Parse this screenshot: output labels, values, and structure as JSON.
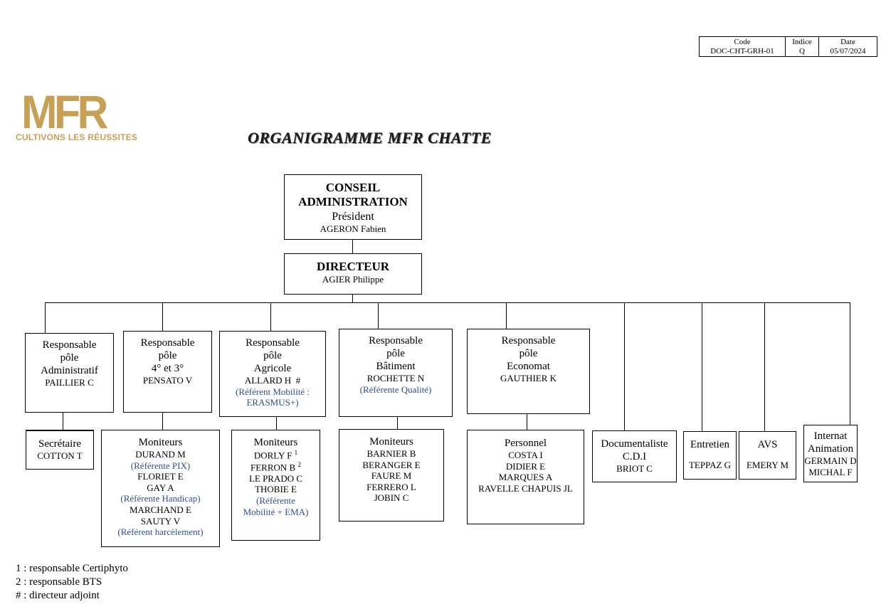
{
  "doc_control": {
    "code_label": "Code",
    "code_value": "DOC-CHT-GRH-01",
    "indice_label": "Indice",
    "indice_value": "Q",
    "date_label": "Date",
    "date_value": "05/07/2024"
  },
  "logo": {
    "mark": "MFR",
    "tagline": "CULTIVONS LES RÉUSSITES"
  },
  "title": "ORGANIGRAMME MFR CHATTE",
  "conseil": {
    "line1": "CONSEIL",
    "line2": "ADMINISTRATION",
    "role": "Président",
    "name": "AGERON Fabien"
  },
  "directeur": {
    "title": "DIRECTEUR",
    "name": "AGIER Philippe"
  },
  "poles": {
    "administratif": {
      "l1": "Responsable",
      "l2": "pôle",
      "l3": "Administratif",
      "name": "PAILLIER C"
    },
    "quatre_trois": {
      "l1": "Responsable",
      "l2": "pôle",
      "l3": "4° et 3°",
      "name": "PENSATO V"
    },
    "agricole": {
      "l1": "Responsable",
      "l2": "pôle",
      "l3": "Agricole",
      "name": "ALLARD H  #",
      "note1": "(Référent Mobilité :",
      "note2": "ERASMUS+)"
    },
    "batiment": {
      "l1": "Responsable",
      "l2": "pôle",
      "l3": "Bâtiment",
      "name": "ROCHETTE N",
      "note": "(Référente Qualité)"
    },
    "economat": {
      "l1": "Responsable",
      "l2": "pôle",
      "l3": "Economat",
      "name": "GAUTHIER K"
    }
  },
  "secretaire": {
    "title": "Secrétaire",
    "name": "COTTON T"
  },
  "moniteurs_43": {
    "title": "Moniteurs",
    "lines": [
      {
        "t": "DURAND M",
        "blue": false
      },
      {
        "t": "(Référente PIX)",
        "blue": true
      },
      {
        "t": "FLORIET E",
        "blue": false
      },
      {
        "t": "GAY A",
        "blue": false
      },
      {
        "t": "(Référente Handicap)",
        "blue": true
      },
      {
        "t": "MARCHAND E",
        "blue": false
      },
      {
        "t": "SAUTY V",
        "blue": false
      },
      {
        "t": "(Référent harcèlement)",
        "blue": true
      }
    ]
  },
  "moniteurs_agri": {
    "title": "Moniteurs",
    "dorly": "DORLY F",
    "dorly_sup": "1",
    "ferron": "FERRON B",
    "ferron_sup": "2",
    "leprado": "LE PRADO C",
    "thobie": "THOBIE E",
    "note1": "(Référente",
    "note2": "Mobilité + EMA)"
  },
  "moniteurs_bat": {
    "title": "Moniteurs",
    "lines": [
      "BARNIER B",
      "BERANGER E",
      "FAURE M",
      "FERRERO L",
      "JOBIN C"
    ]
  },
  "personnel": {
    "title": "Personnel",
    "lines": [
      "COSTA I",
      "DIDIER E",
      "MARQUES A",
      "RAVELLE CHAPUIS JL"
    ]
  },
  "documentaliste": {
    "l1": "Documentaliste",
    "l2": "C.D.I",
    "name": "BRIOT C"
  },
  "entretien": {
    "title": "Entretien",
    "name": "TEPPAZ G"
  },
  "avs": {
    "title": "AVS",
    "name": "EMERY M"
  },
  "internat": {
    "l1": "Internat",
    "l2": "Animation",
    "n1": "GERMAIN D",
    "n2": "MICHAL F"
  },
  "footnotes": [
    "1 : responsable Certiphyto",
    "2 : responsable BTS",
    "# : directeur adjoint"
  ]
}
